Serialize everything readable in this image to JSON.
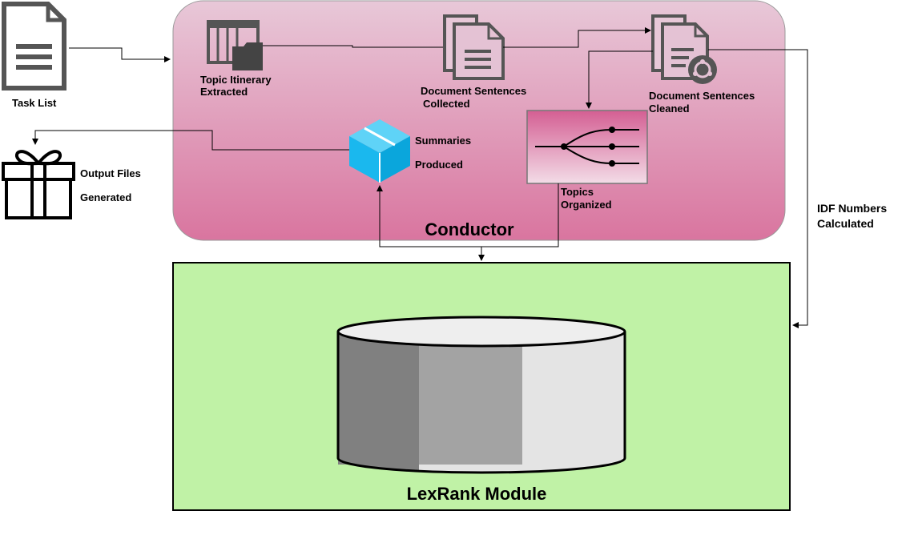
{
  "nodes": {
    "task_list": "Task List",
    "topic_itinerary": [
      "Topic Itinerary",
      "Extracted"
    ],
    "doc_collected": [
      "Document Sentences",
      "Collected"
    ],
    "doc_cleaned": [
      "Document Sentences",
      "Cleaned"
    ],
    "summaries": [
      "Summaries",
      "Produced"
    ],
    "output_files": [
      "Output Files",
      "Generated"
    ],
    "topics_organized": [
      "Topics",
      "Organized"
    ],
    "idf_numbers": [
      "IDF Numbers",
      "Calculated"
    ]
  },
  "containers": {
    "conductor": "Conductor",
    "lexrank": "LexRank Module"
  },
  "colors": {
    "conductor_top": "#e8c8d8",
    "conductor_bottom": "#d9759f",
    "lexrank_fill": "#c0f2a6",
    "cube": "#1ab8ee",
    "topics_box_top": "#d45f93",
    "topics_box_bottom": "#f3dce7"
  },
  "icons": [
    "document-icon",
    "table-folder-icon",
    "documents-icon",
    "documents-gear-icon",
    "cube-icon",
    "gift-icon",
    "branch-icon",
    "database-cylinder-icon"
  ]
}
